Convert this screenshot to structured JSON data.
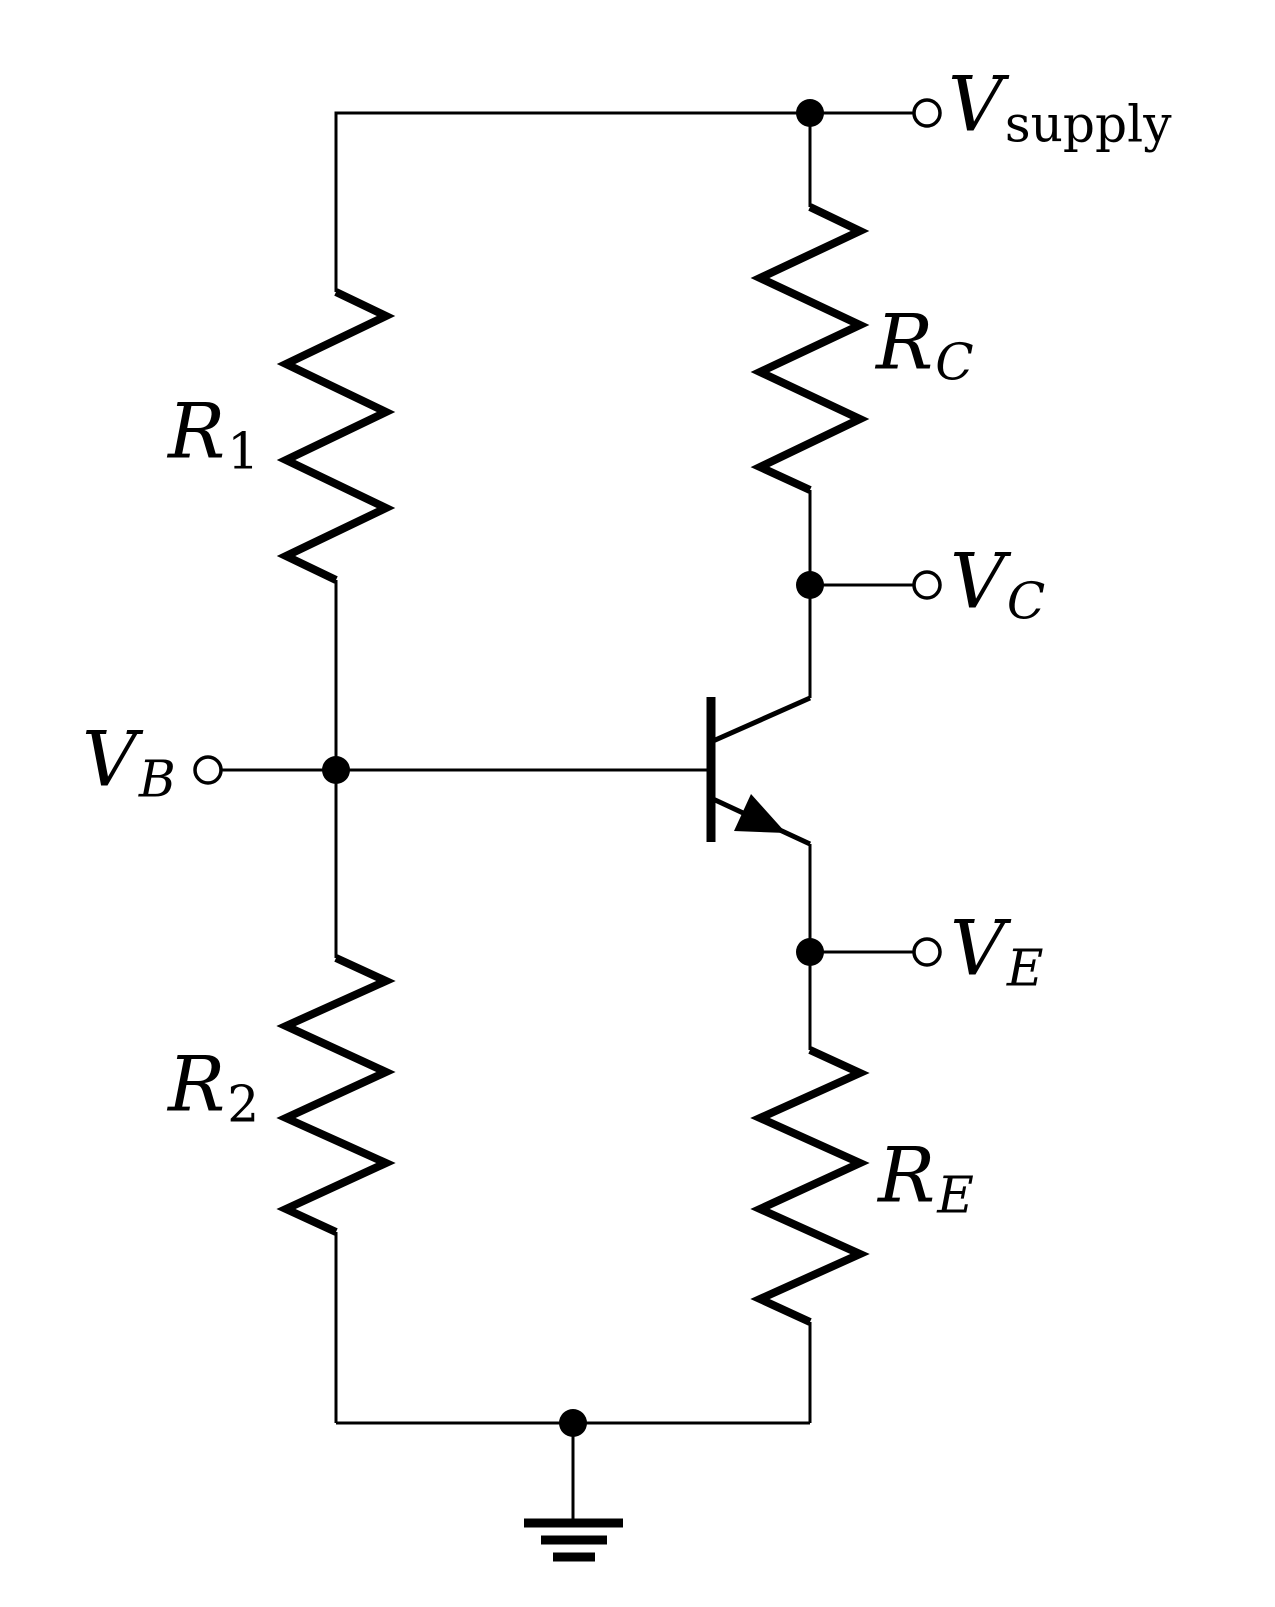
{
  "diagram": {
    "kind": "transistor bias circuit schematic",
    "transistor": "npn-bjt",
    "colors": {
      "line": "#000000",
      "background": "#ffffff"
    }
  },
  "labels": {
    "v_supply": {
      "main": "V",
      "sub": "supply"
    },
    "r_1": {
      "main": "R",
      "sub": "1"
    },
    "r_2": {
      "main": "R",
      "sub": "2"
    },
    "r_c": {
      "main": "R",
      "sub": "C"
    },
    "r_e": {
      "main": "R",
      "sub": "E"
    },
    "v_b": {
      "main": "V",
      "sub": "B"
    },
    "v_c": {
      "main": "V",
      "sub": "C"
    },
    "v_e": {
      "main": "V",
      "sub": "E"
    }
  },
  "components": [
    {
      "id": "r1",
      "type": "resistor",
      "label": "R1",
      "position": "upper-left branch"
    },
    {
      "id": "r2",
      "type": "resistor",
      "label": "R2",
      "position": "lower-left branch"
    },
    {
      "id": "rc",
      "type": "resistor",
      "label": "RC",
      "position": "collector branch"
    },
    {
      "id": "re",
      "type": "resistor",
      "label": "RE",
      "position": "emitter branch"
    },
    {
      "id": "q1",
      "type": "npn-transistor",
      "label": "",
      "position": "center-right"
    },
    {
      "id": "gnd",
      "type": "ground",
      "label": "",
      "position": "bottom-center"
    }
  ],
  "terminals": [
    {
      "id": "v_supply",
      "label": "Vsupply",
      "style": "open-circle"
    },
    {
      "id": "v_b",
      "label": "VB",
      "style": "open-circle"
    },
    {
      "id": "v_c",
      "label": "VC",
      "style": "open-circle"
    },
    {
      "id": "v_e",
      "label": "VE",
      "style": "open-circle"
    }
  ]
}
